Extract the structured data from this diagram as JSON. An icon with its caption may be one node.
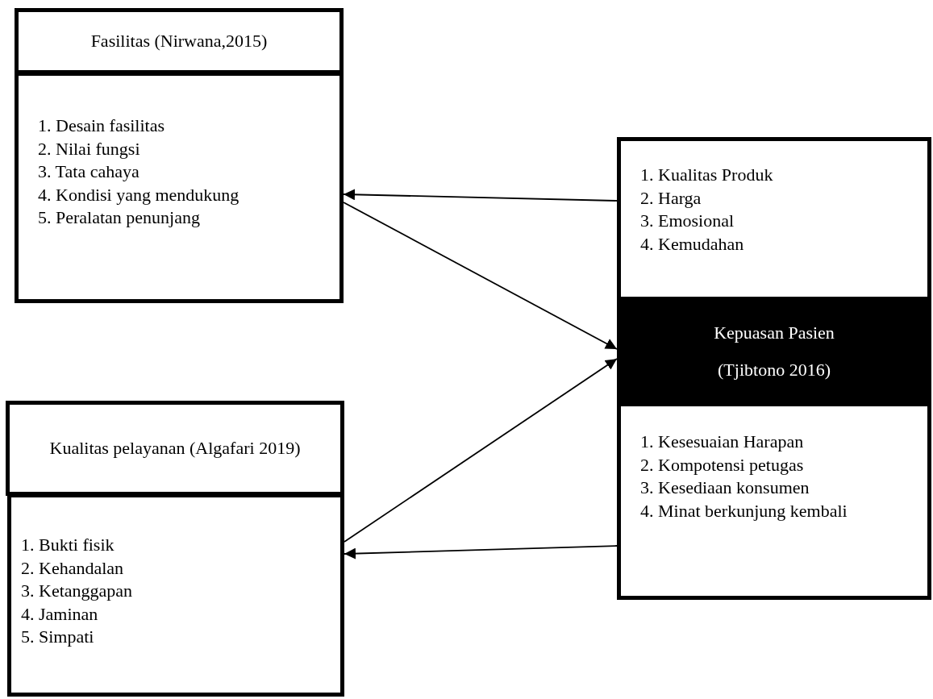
{
  "diagram": {
    "nodes": [
      {
        "text": [
          "Fasilitas (Nirwana,2015)"
        ]
      },
      {
        "text": [
          "1. Desain fasilitas",
          "2. Nilai fungsi",
          "3. Tata cahaya",
          "4. Kondisi yang mendukung",
          "5. Peralatan penunjang"
        ]
      },
      {
        "text": [
          "1. Kualitas Produk",
          "2. Harga",
          "3. Emosional",
          "4. Kemudahan"
        ]
      },
      {
        "text": [
          "Kepuasan Pasien (Tjibtono 2016)"
        ]
      },
      {
        "text": [
          "1. Kesesuaian Harapan",
          "2. Kompotensi petugas",
          "3. Kesediaan konsumen",
          "4. Minat berkunjung kembali"
        ]
      },
      {
        "text": [
          "Kualitas pelayanan (Algafari 2019)"
        ]
      },
      {
        "text": [
          "1. Bukti fisik",
          "2. Kehandalan",
          "3. Ketanggapan",
          "4. Jaminan",
          "5. Simpati"
        ]
      }
    ],
    "edges": [
      {
        "from": 2,
        "to": 1,
        "arrow": "to"
      },
      {
        "from": 1,
        "to": 3,
        "arrow": "to"
      },
      {
        "from": 6,
        "to": 3,
        "arrow": "to"
      },
      {
        "from": 4,
        "to": 6,
        "arrow": "to"
      }
    ]
  }
}
